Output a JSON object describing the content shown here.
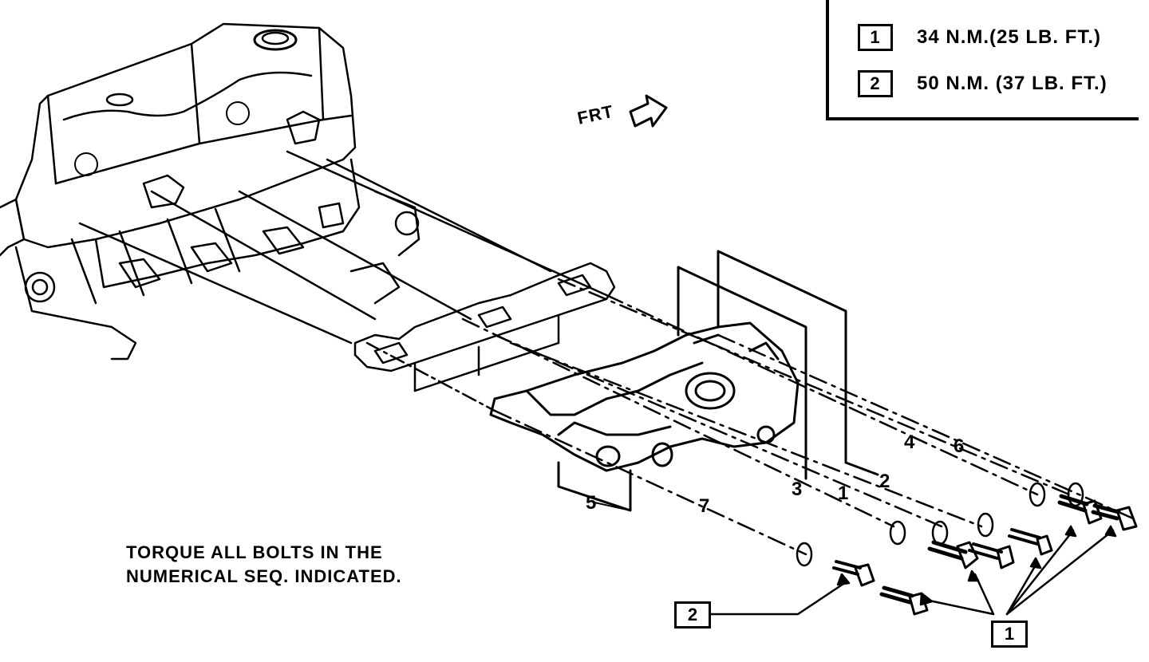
{
  "legend": {
    "items": [
      {
        "key": "1",
        "text": "34 N.M.(25 LB. FT.)"
      },
      {
        "key": "2",
        "text": "50 N.M. (37 LB. FT.)"
      }
    ]
  },
  "orientation": {
    "label": "FRT"
  },
  "note": {
    "line1": "TORQUE ALL BOLTS IN THE",
    "line2": "NUMERICAL SEQ. INDICATED."
  },
  "sequence": {
    "numbers": [
      "1",
      "2",
      "3",
      "4",
      "5",
      "6",
      "7"
    ]
  },
  "callouts": {
    "left": "2",
    "right": "1"
  }
}
